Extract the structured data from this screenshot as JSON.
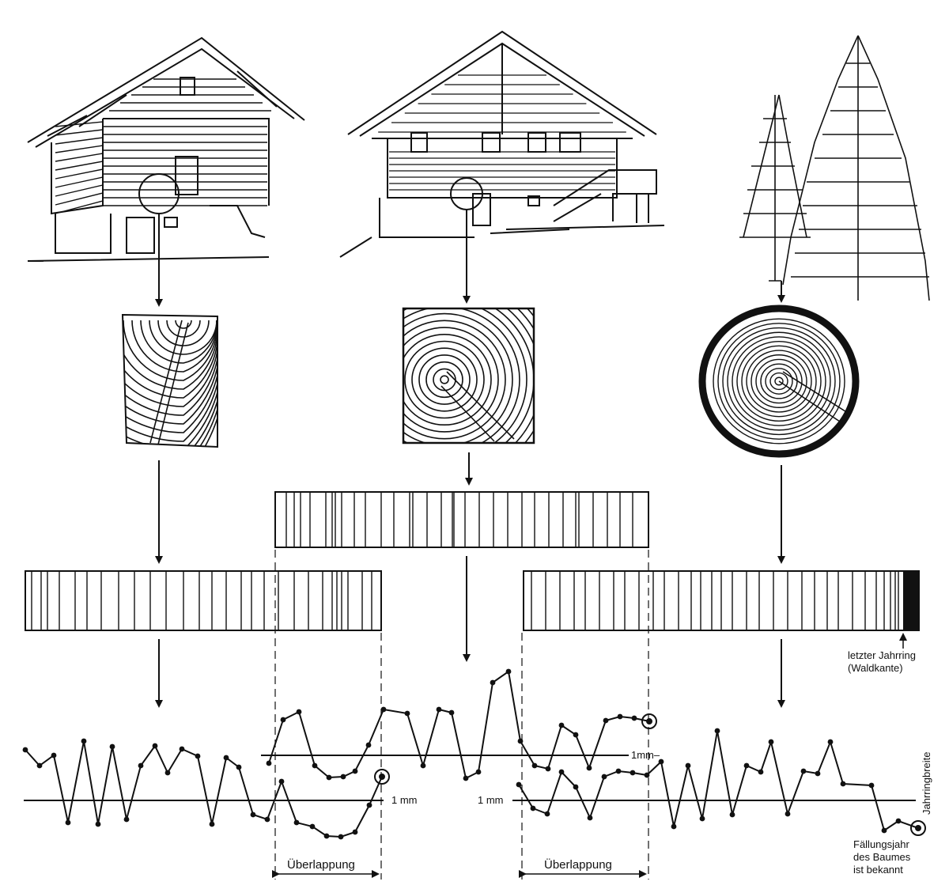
{
  "labels": {
    "mm_left": "1 mm",
    "mm_mid": "1mm–",
    "mm_right": "1 mm",
    "overlap_1": "Überlappung",
    "overlap_2": "Überlappung",
    "last_ring_line1": "letzter Jahrring",
    "last_ring_line2": "(Waldkante)",
    "felling_line1": "Fällungsjahr",
    "felling_line2": "des Baumes",
    "felling_line3": "ist bekannt",
    "axis": "Jahrringbreite"
  },
  "colors": {
    "ink": "#111111",
    "paper": "#ffffff"
  },
  "icons": [
    "old-house-icon",
    "chalet-icon",
    "spruce-trees-icon",
    "wood-sample-icon",
    "tree-disc-icon",
    "bullseye-icon"
  ]
}
